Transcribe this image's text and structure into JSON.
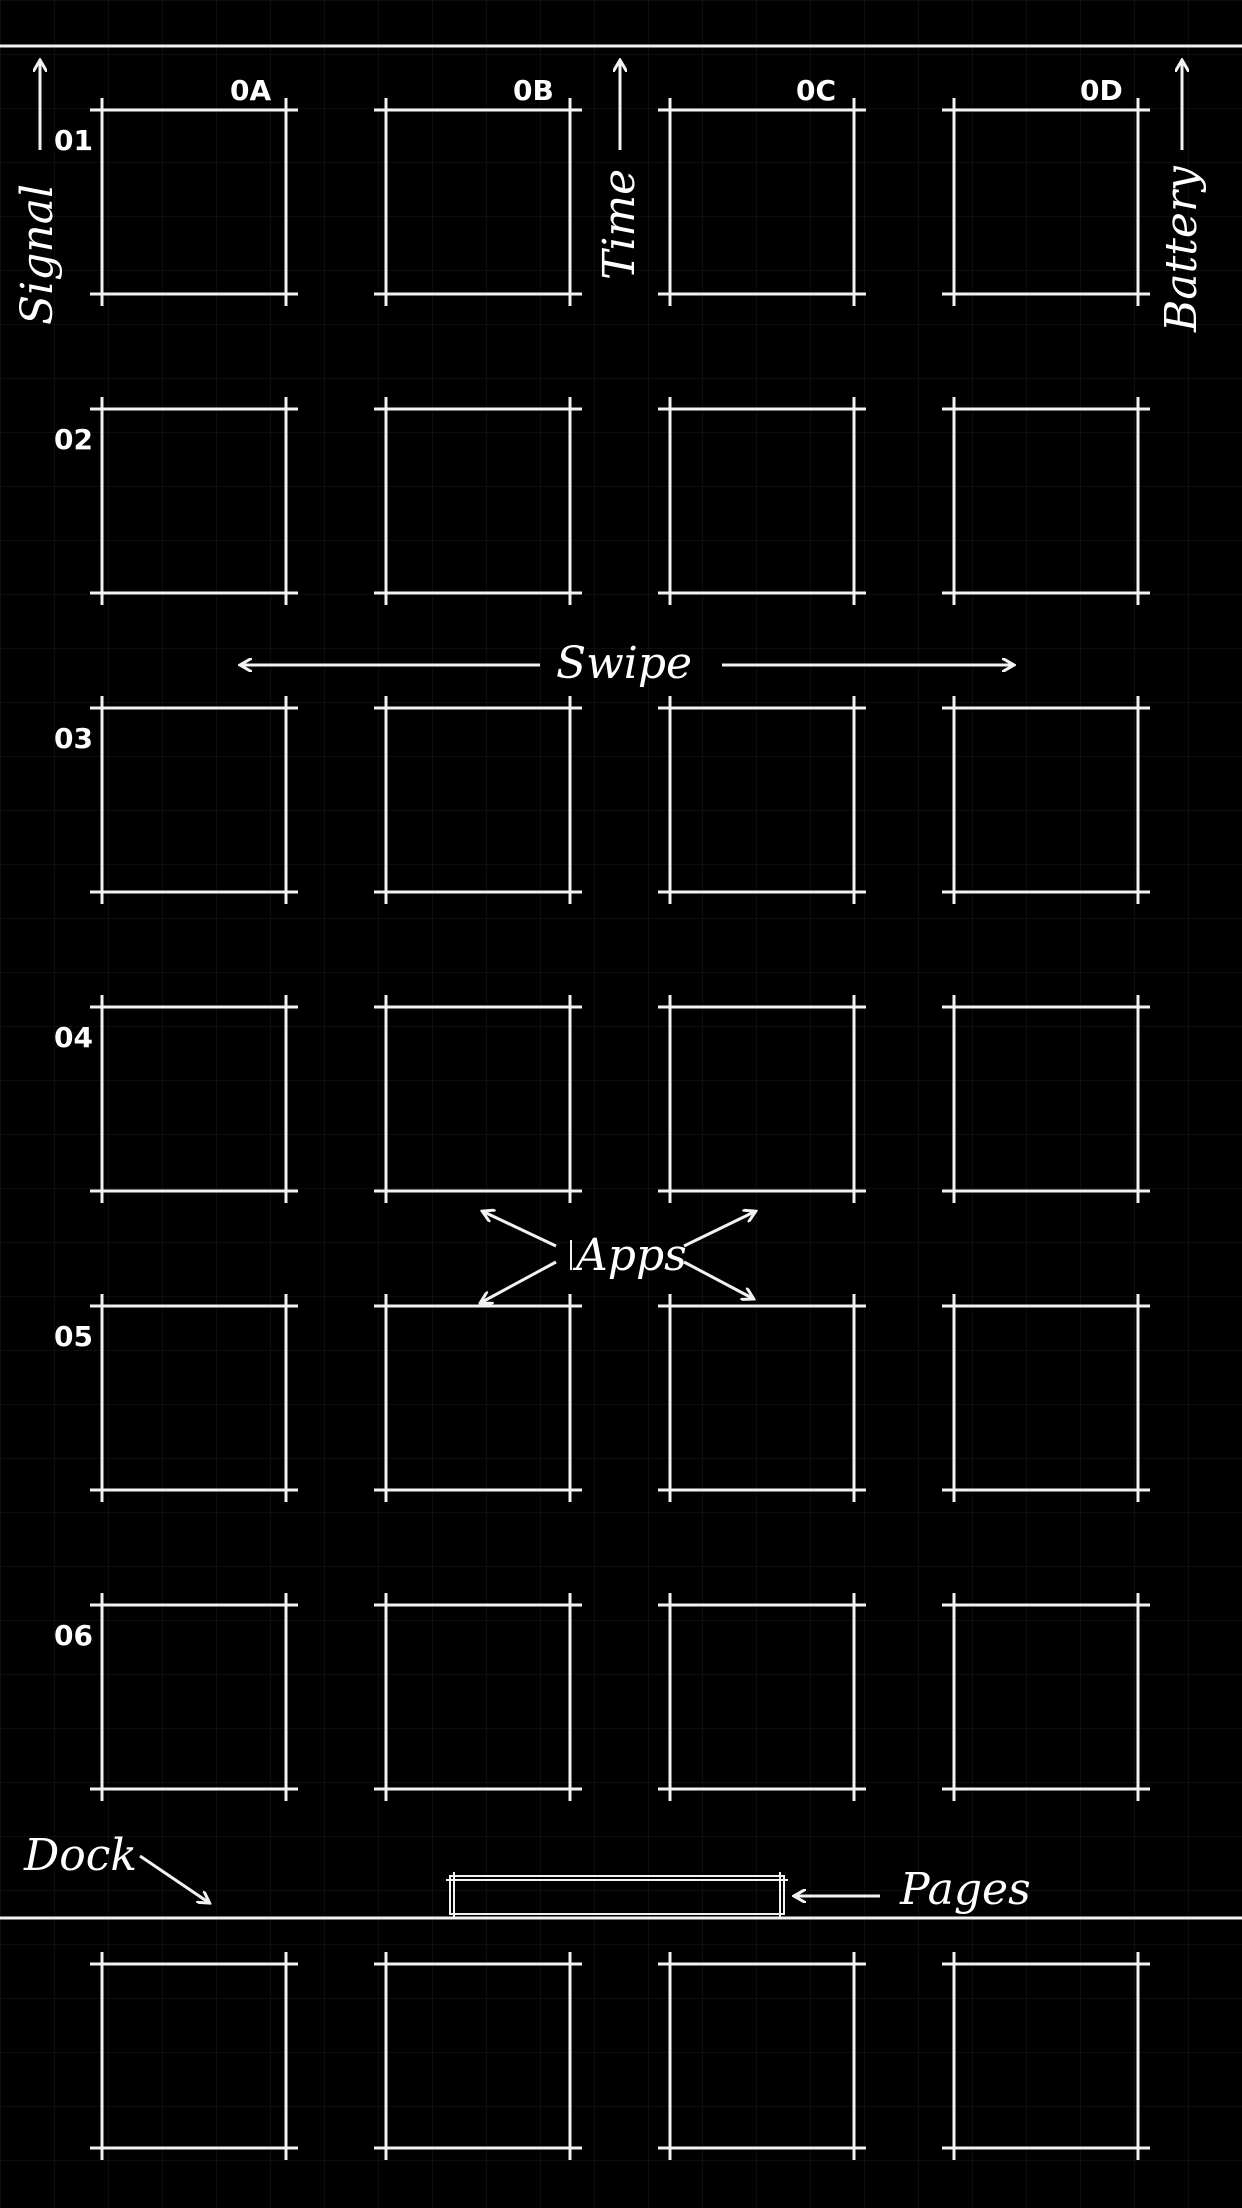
{
  "status_bar": {
    "signal_label": "Signal",
    "time_label": "Time",
    "battery_label": "Battery"
  },
  "grid": {
    "columns": [
      "0A",
      "0B",
      "0C",
      "0D"
    ],
    "rows": [
      "01",
      "02",
      "03",
      "04",
      "05",
      "06"
    ]
  },
  "annotations": {
    "swipe_label": "Swipe",
    "apps_label": "Apps",
    "dock_label": "Dock",
    "pages_label": "Pages"
  },
  "dock": {
    "slots": 4
  }
}
